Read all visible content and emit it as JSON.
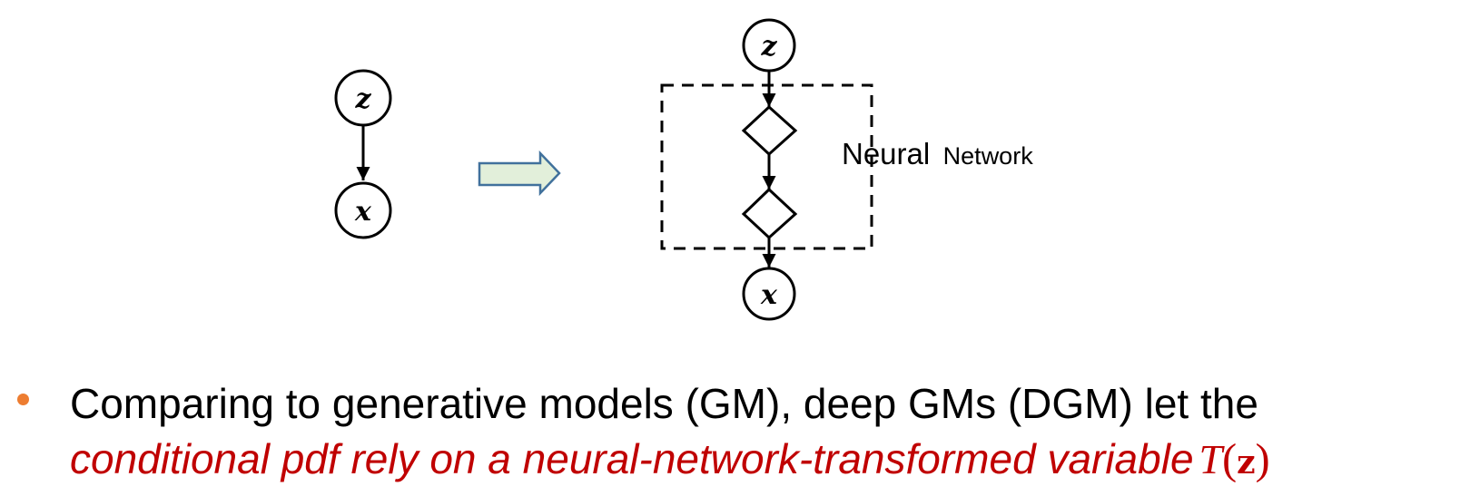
{
  "colors": {
    "accent_red": "#C00000",
    "bullet_orange": "#ED7D31",
    "arrow_fill": "#E2EFDA",
    "arrow_stroke": "#41719C",
    "stroke": "#000000"
  },
  "left_graph": {
    "nodes": [
      {
        "id": "z",
        "label": "z"
      },
      {
        "id": "x",
        "label": "x"
      }
    ],
    "edges": [
      {
        "from": "z",
        "to": "x"
      }
    ]
  },
  "transition_arrow": {
    "icon": "block-right-arrow-icon"
  },
  "right_graph": {
    "nodes": [
      {
        "id": "z",
        "label": "z"
      },
      {
        "id": "h1",
        "label": "",
        "shape": "diamond"
      },
      {
        "id": "h2",
        "label": "",
        "shape": "diamond"
      },
      {
        "id": "x",
        "label": "x"
      }
    ],
    "edges": [
      {
        "from": "z",
        "to": "h1"
      },
      {
        "from": "h1",
        "to": "h2"
      },
      {
        "from": "h2",
        "to": "x"
      }
    ],
    "group_label_part1": "Neural",
    "group_label_part2": "Network"
  },
  "bullet": {
    "line1": "Comparing to generative models (GM), deep GMs (DGM) let the",
    "line2_text": "conditional pdf rely on a neural-network-transformed variable",
    "math_T": "T",
    "math_open": "(",
    "math_z": "z",
    "math_close": ")"
  }
}
